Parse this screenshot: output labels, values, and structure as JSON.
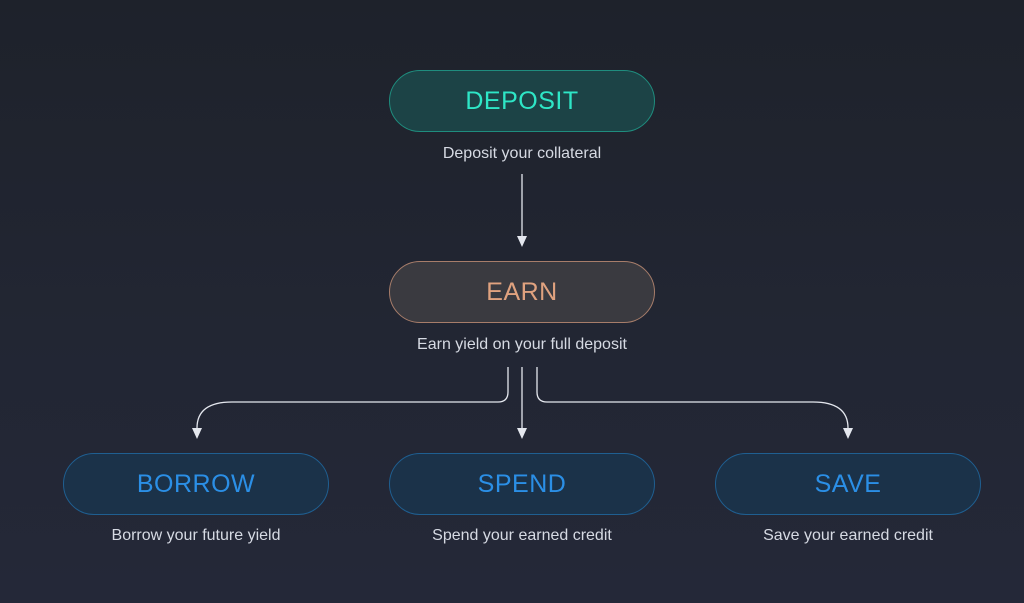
{
  "colors": {
    "background": "#202430",
    "deposit_text": "#2ee6c6",
    "earn_text": "#e0a27f",
    "action_text": "#2b8fe6",
    "caption_text": "#d6dae3",
    "connector": "#e4e7ee"
  },
  "nodes": {
    "deposit": {
      "label": "DEPOSIT",
      "caption": "Deposit your collateral"
    },
    "earn": {
      "label": "EARN",
      "caption": "Earn yield on your full deposit"
    },
    "borrow": {
      "label": "BORROW",
      "caption": "Borrow your future yield"
    },
    "spend": {
      "label": "SPEND",
      "caption": "Spend your earned credit"
    },
    "save": {
      "label": "SAVE",
      "caption": "Save your earned credit"
    }
  }
}
